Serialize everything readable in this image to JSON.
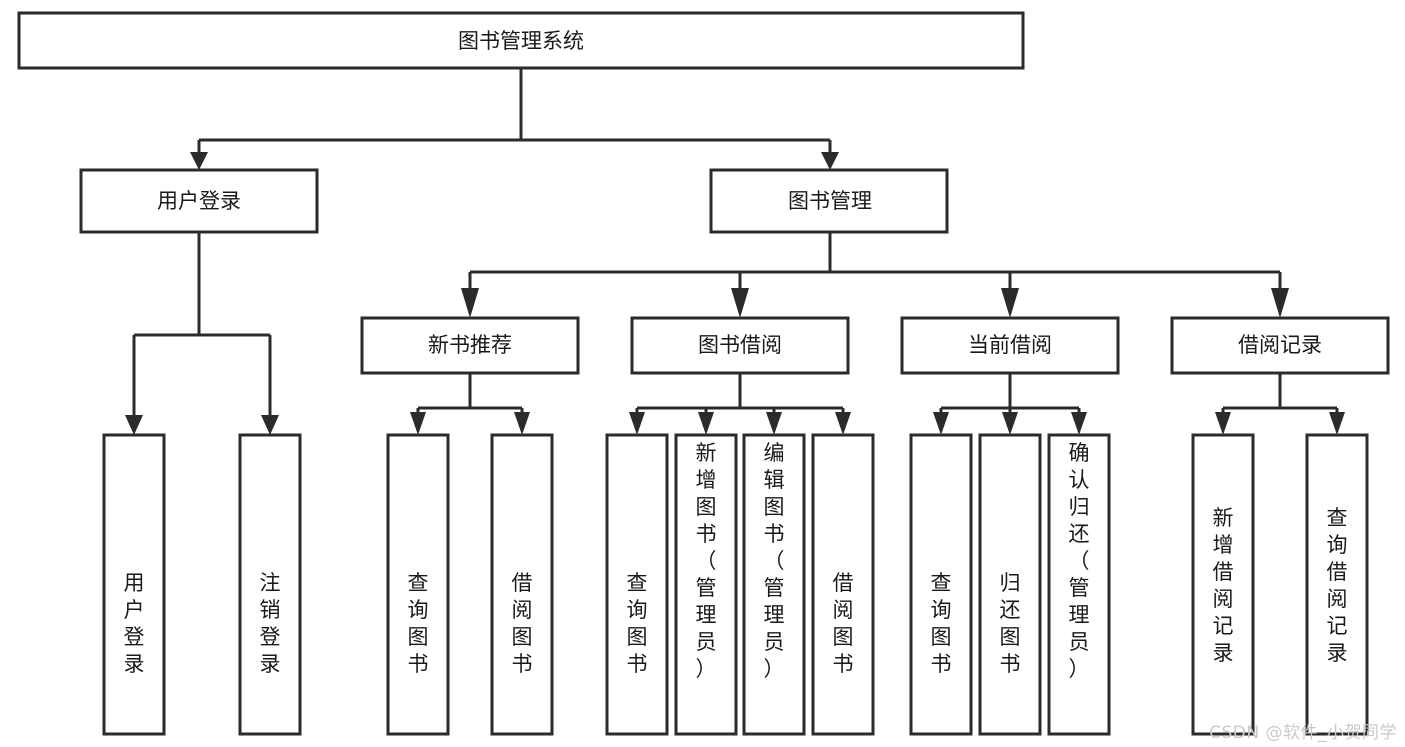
{
  "diagram": {
    "type": "tree-hierarchy",
    "title": "图书管理系统",
    "watermark": "CSDN @软件_小贺同学",
    "colors": {
      "stroke": "#2b2b2b",
      "fill": "#ffffff",
      "text": "#1a1a1a",
      "watermark": "#c9c9c9"
    },
    "levels": {
      "root": {
        "label": "图书管理系统"
      },
      "level1": [
        {
          "label": "用户登录"
        },
        {
          "label": "图书管理"
        }
      ],
      "level2": [
        {
          "label": "新书推荐"
        },
        {
          "label": "图书借阅"
        },
        {
          "label": "当前借阅"
        },
        {
          "label": "借阅记录"
        }
      ],
      "leaves": [
        {
          "label": "用户登录",
          "parent": "用户登录"
        },
        {
          "label": "注销登录",
          "parent": "用户登录"
        },
        {
          "label": "查询图书",
          "parent": "新书推荐"
        },
        {
          "label": "借阅图书",
          "parent": "新书推荐"
        },
        {
          "label": "查询图书",
          "parent": "图书借阅"
        },
        {
          "label": "新增图书（管理员）",
          "parent": "图书借阅"
        },
        {
          "label": "编辑图书（管理员）",
          "parent": "图书借阅"
        },
        {
          "label": "借阅图书",
          "parent": "图书借阅"
        },
        {
          "label": "查询图书",
          "parent": "当前借阅"
        },
        {
          "label": "归还图书",
          "parent": "当前借阅"
        },
        {
          "label": "确认归还（管理员）",
          "parent": "当前借阅"
        },
        {
          "label": "新增借阅记录",
          "parent": "借阅记录"
        },
        {
          "label": "查询借阅记录",
          "parent": "借阅记录"
        }
      ]
    }
  }
}
